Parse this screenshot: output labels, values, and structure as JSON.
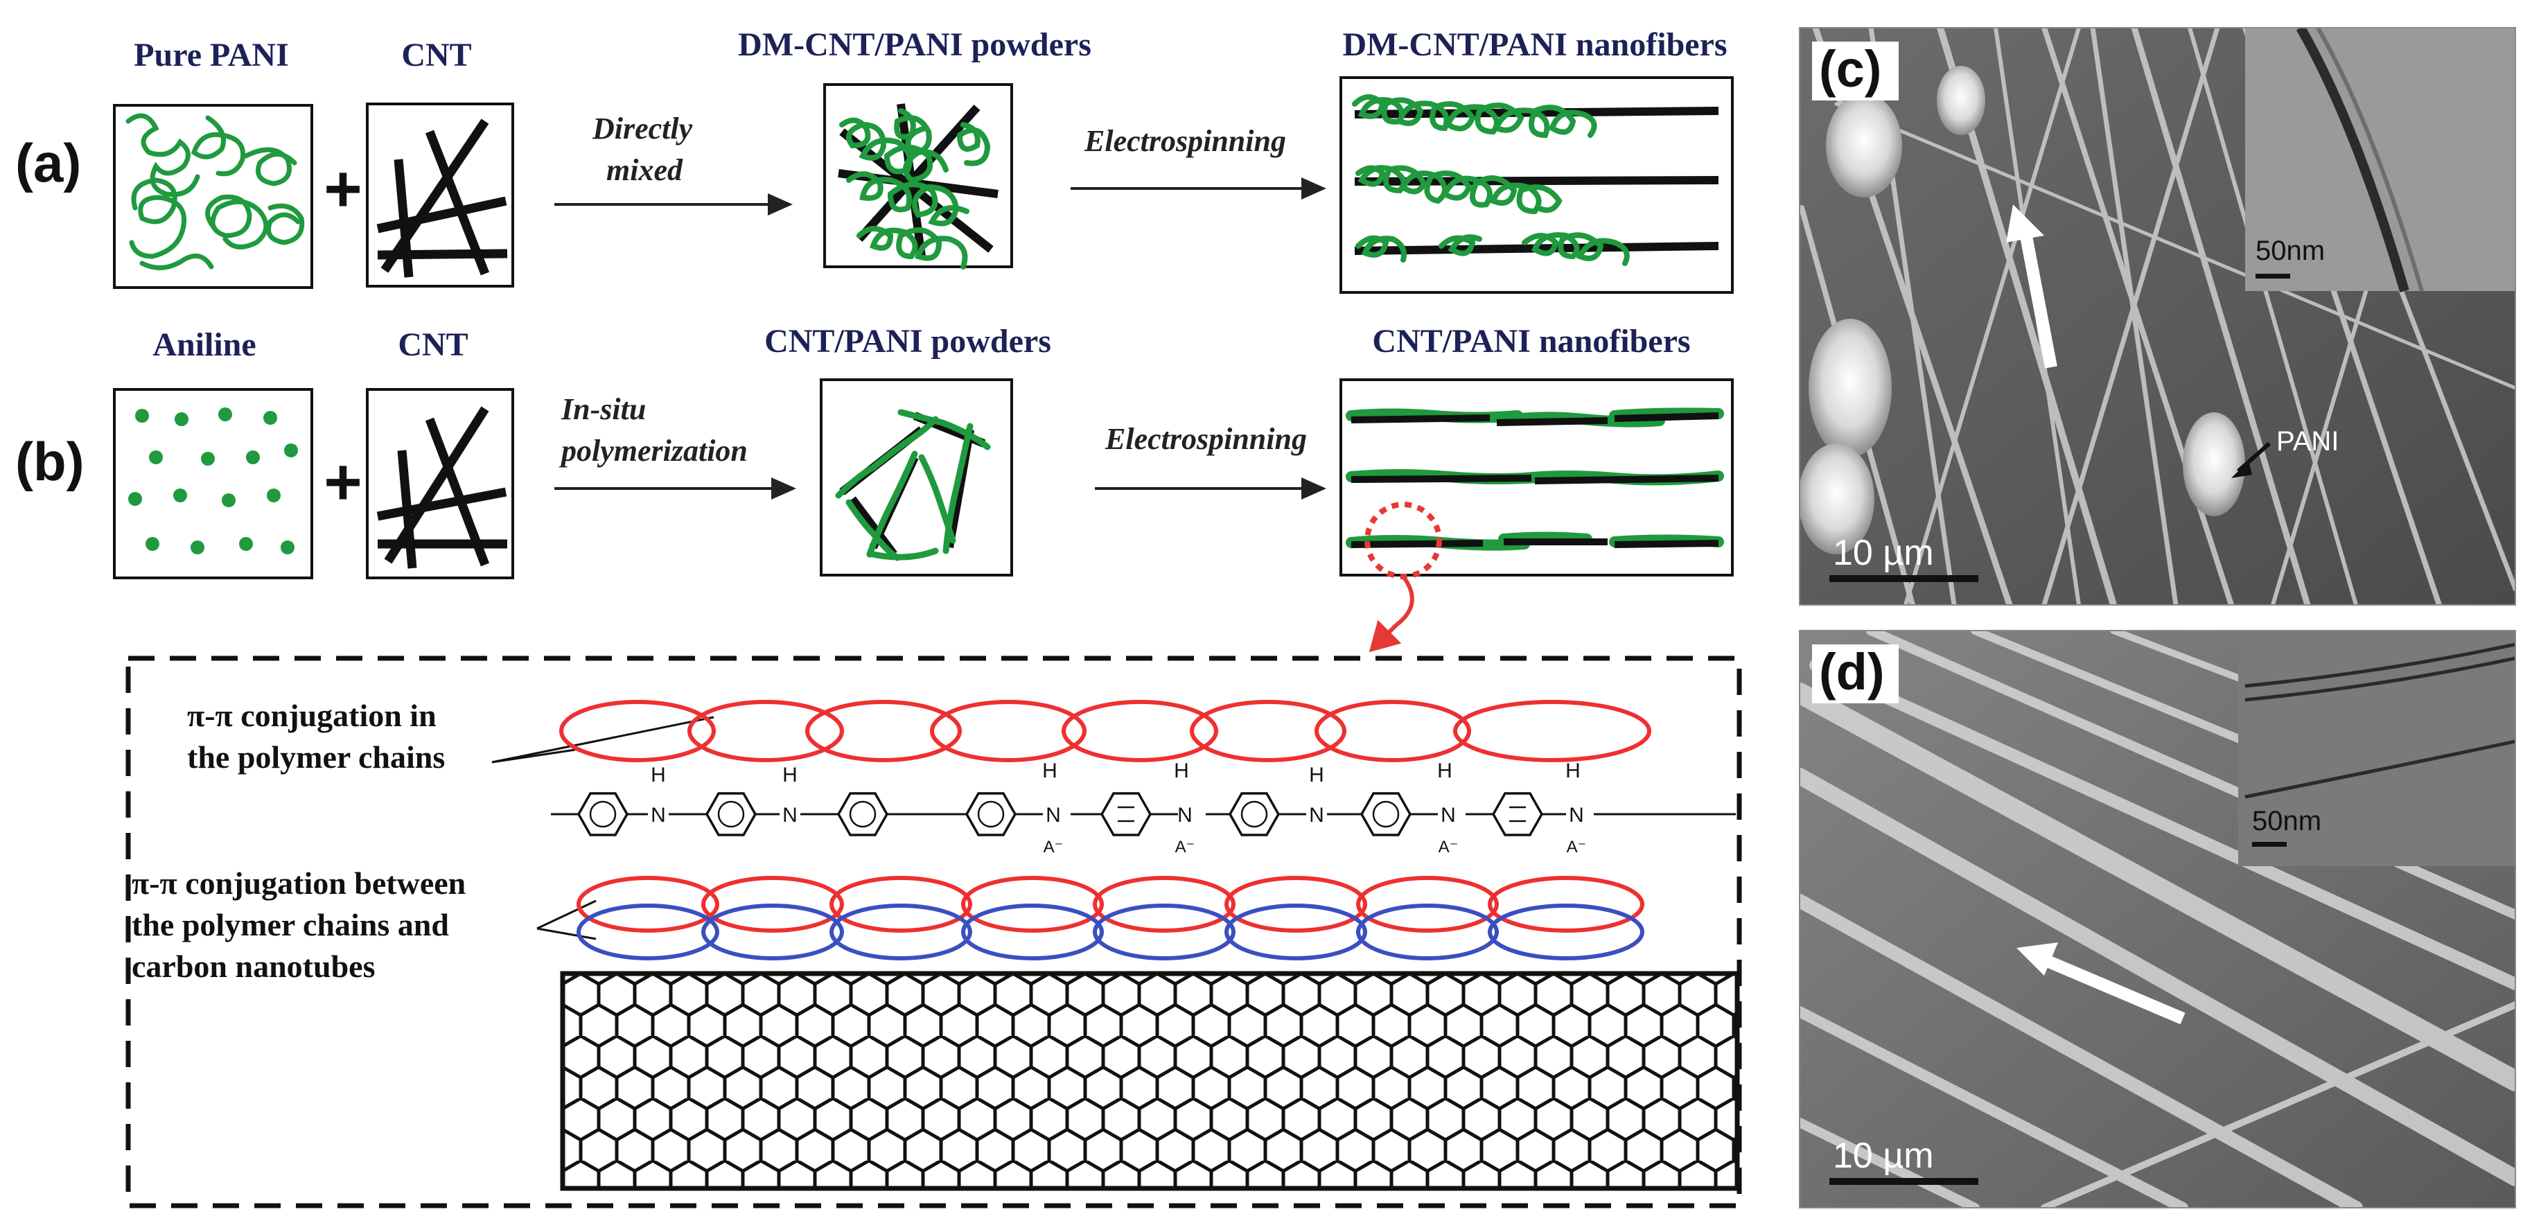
{
  "panels": {
    "a": {
      "label": "(a)",
      "step1_title": "Pure PANI",
      "step2_title": "CNT",
      "arrow1_text_line1": "Directly",
      "arrow1_text_line2": "mixed",
      "step3_title": "DM-CNT/PANI powders",
      "arrow2_text": "Electrospinning",
      "step4_title": "DM-CNT/PANI nanofibers",
      "plus": "+"
    },
    "b": {
      "label": "(b)",
      "step1_title": "Aniline",
      "step2_title": "CNT",
      "arrow1_text_line1": "In-situ",
      "arrow1_text_line2": "polymerization",
      "step3_title": "CNT/PANI powders",
      "arrow2_text": "Electrospinning",
      "step4_title": "CNT/PANI nanofibers",
      "plus": "+"
    },
    "detail": {
      "label1_line1": "π-π conjugation in",
      "label1_line2": "the polymer chains",
      "label2_line1": "π-π conjugation between",
      "label2_line2": "the polymer chains and",
      "label2_line3": "carbon nanotubes",
      "atom_H": "H",
      "atom_N": "N",
      "charge_plus": "+",
      "counter_ion": "A⁻"
    },
    "c": {
      "label": "(c)",
      "inset_scale": "50nm",
      "scale": "10 µm",
      "annotation": "PANI"
    },
    "d": {
      "label": "(d)",
      "inset_scale": "50nm",
      "scale": "10 µm"
    }
  },
  "colors": {
    "pani_green": "#1f9a3e",
    "cnt_black": "#111111",
    "title_navy": "#1c2257",
    "conj_red": "#ee3030",
    "conj_blue": "#3a4fc0",
    "highlight_red": "#e53935"
  },
  "icons": {
    "plus": "plus-icon",
    "arrow": "right-arrow-icon",
    "curved_arrow": "curved-arrow-icon",
    "benzene": "benzene-ring-icon",
    "honeycomb": "carbon-nanotube-lattice-icon"
  }
}
